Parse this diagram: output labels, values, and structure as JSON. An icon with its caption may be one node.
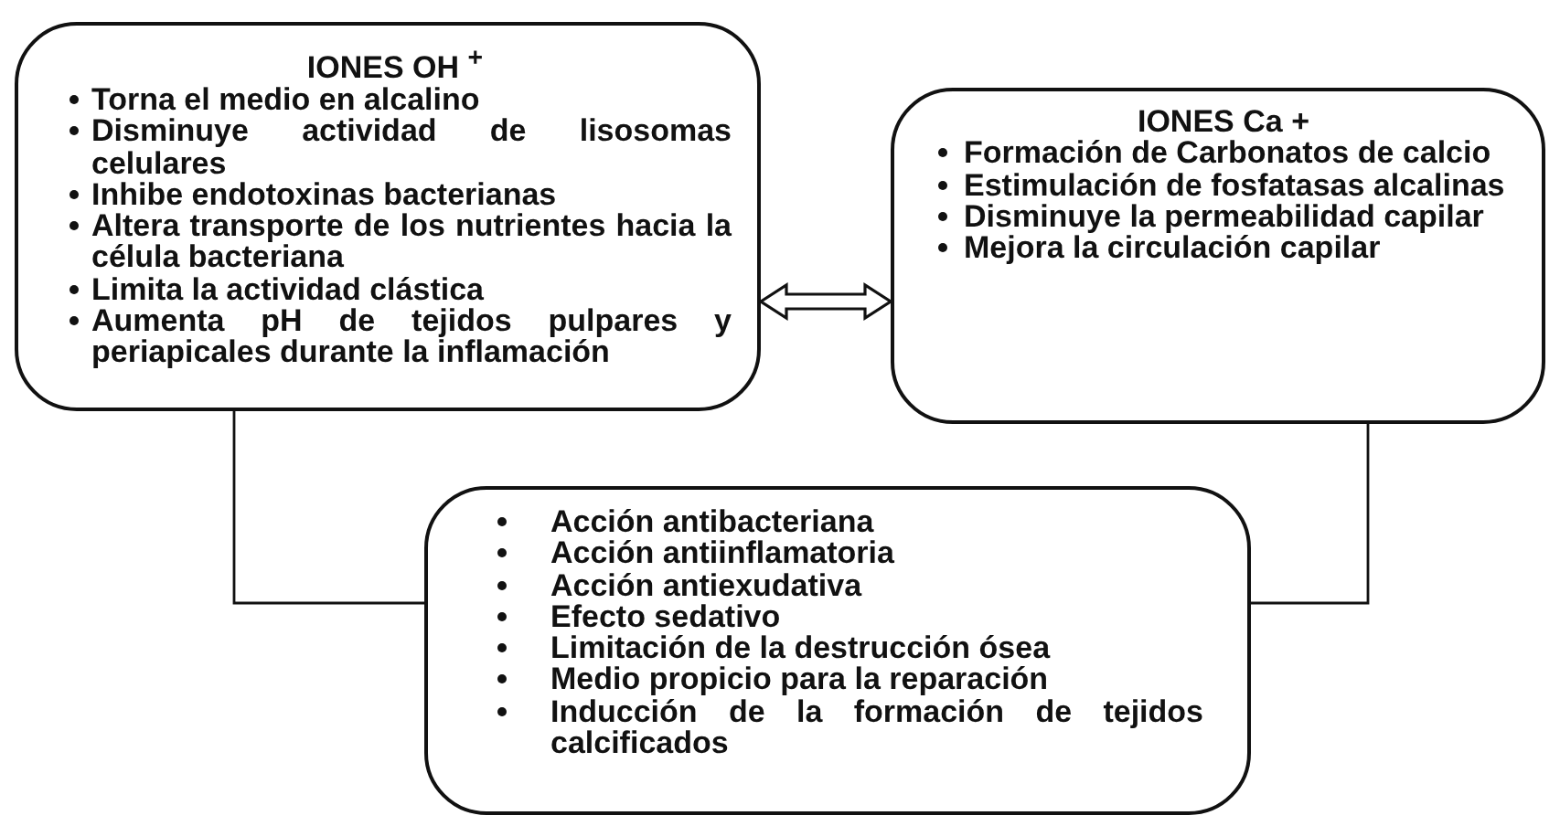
{
  "diagram": {
    "nodes": [
      {
        "text": [
          "IONES OH $^{+}$",
          "Torna el medio en alcalino",
          "Disminuye actividad de lisosomas celulares",
          "Inhibe endotoxinas bacterianas",
          "Altera transporte de los nutrientes hacia la célula bacteriana",
          "Limita la actividad clástica",
          "Aumenta pH de tejidos pulpares y periapicales durante la inflamación"
        ]
      },
      {
        "text": [
          "IONES Ca +",
          "Formación de Carbonatos de calcio",
          "Estimulación de fosfatasas alcalinas",
          "Disminuye la permeabilidad capilar",
          "Mejora la circulación capilar"
        ]
      },
      {
        "text": [
          "Acción antibacteriana",
          "Acción antiinflamatoria",
          "Acción antiexudativa",
          "Efecto sedativo",
          "Limitación de la destrucción ósea",
          "Medio propicio para la reparación",
          "Inducción de la formación de tejidos calcificados"
        ]
      }
    ],
    "edges": [
      {
        "from": 0,
        "to": 1,
        "arrow": "both",
        "style": "thick"
      },
      {
        "from": 0,
        "to": 2,
        "arrow": "none"
      },
      {
        "from": 1,
        "to": 2,
        "arrow": "none"
      }
    ]
  }
}
